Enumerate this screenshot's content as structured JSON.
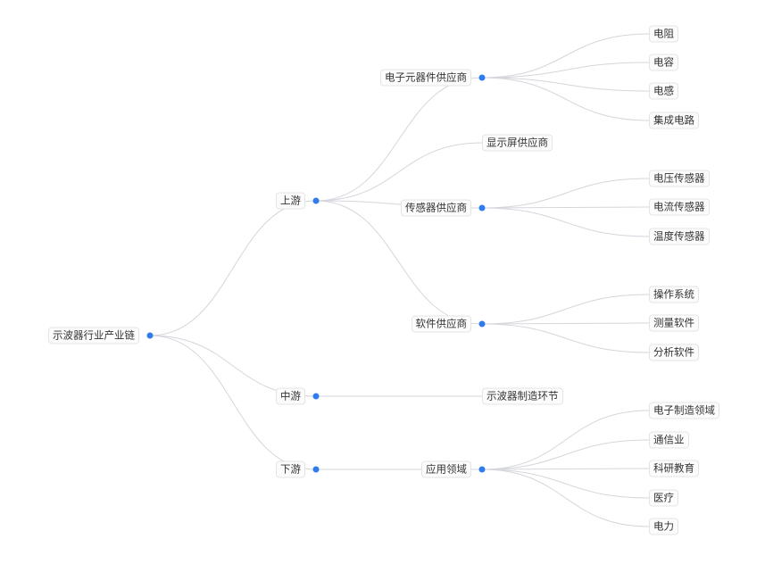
{
  "colors": {
    "dot": "#2f7bf0",
    "edge": "#d4d6dc"
  },
  "tree": {
    "name": "示波器行业产业链",
    "children": [
      {
        "name": "上游",
        "children": [
          {
            "name": "电子元器件供应商",
            "children": [
              {
                "name": "电阻"
              },
              {
                "name": "电容"
              },
              {
                "name": "电感"
              },
              {
                "name": "集成电路"
              }
            ]
          },
          {
            "name": "显示屏供应商"
          },
          {
            "name": "传感器供应商",
            "children": [
              {
                "name": "电压传感器"
              },
              {
                "name": "电流传感器"
              },
              {
                "name": "温度传感器"
              }
            ]
          },
          {
            "name": "软件供应商",
            "children": [
              {
                "name": "操作系统"
              },
              {
                "name": "测量软件"
              },
              {
                "name": "分析软件"
              }
            ]
          }
        ]
      },
      {
        "name": "中游",
        "children": [
          {
            "name": "示波器制造环节"
          }
        ]
      },
      {
        "name": "下游",
        "children": [
          {
            "name": "应用领域",
            "children": [
              {
                "name": "电子制造领域"
              },
              {
                "name": "通信业"
              },
              {
                "name": "科研教育"
              },
              {
                "name": "医疗"
              },
              {
                "name": "电力"
              }
            ]
          }
        ]
      }
    ]
  }
}
